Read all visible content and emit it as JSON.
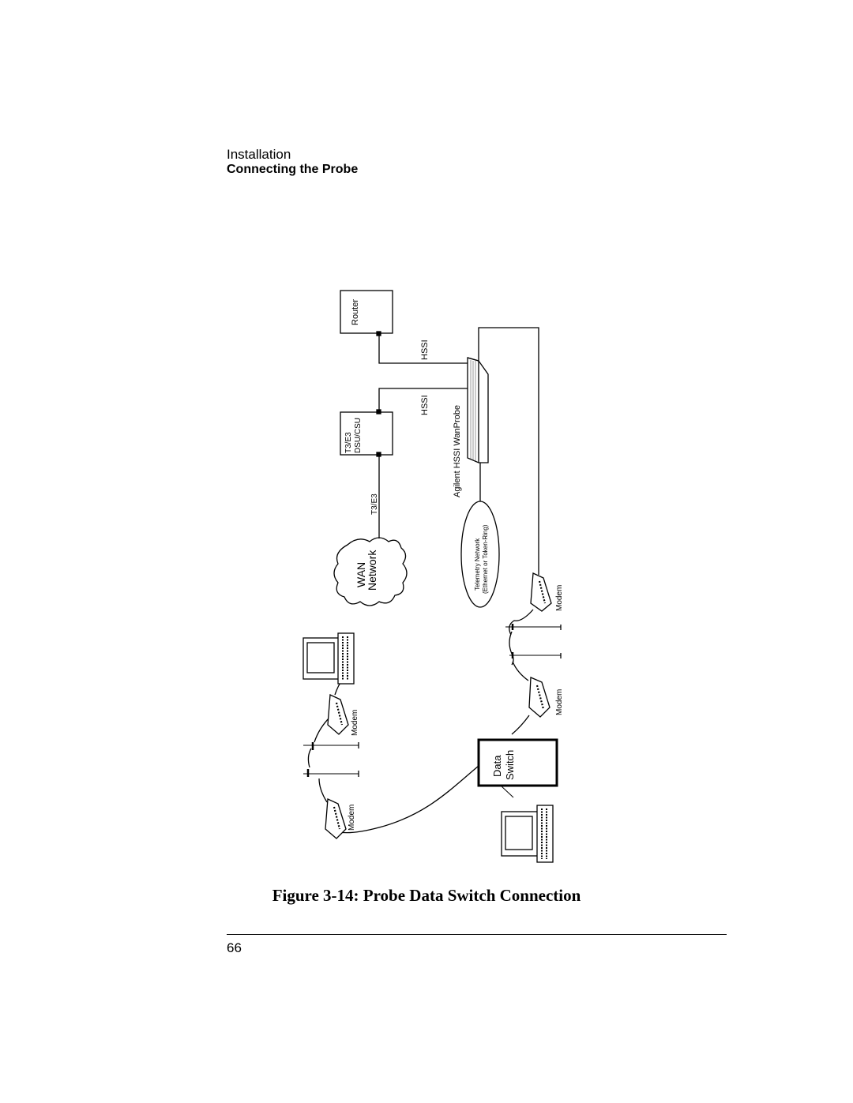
{
  "header": {
    "section": "Installation",
    "title": "Connecting the Probe"
  },
  "figure": {
    "labels": {
      "router": "Router",
      "dsu_line1": "T3/E3",
      "dsu_line2": "DSU/CSU",
      "hssi_top": "HSSI",
      "hssi_bottom": "HSSI",
      "t3e3_link": "T3/E3",
      "wan_line1": "WAN",
      "wan_line2": "Network",
      "probe": "Agilent HSSI WanProbe",
      "telemetry_line1": "Telemetry Network",
      "telemetry_line2": "(Ethernet or Token-Ring)",
      "modem_probe": "Modem",
      "modem_switch": "Modem",
      "modem_remote_top": "Modem",
      "modem_remote_bottom": "Modem",
      "switch_line1": "Data",
      "switch_line2": "Switch"
    },
    "caption": "Figure 3-14:  Probe Data Switch Connection"
  },
  "footer": {
    "page_number": "66"
  }
}
